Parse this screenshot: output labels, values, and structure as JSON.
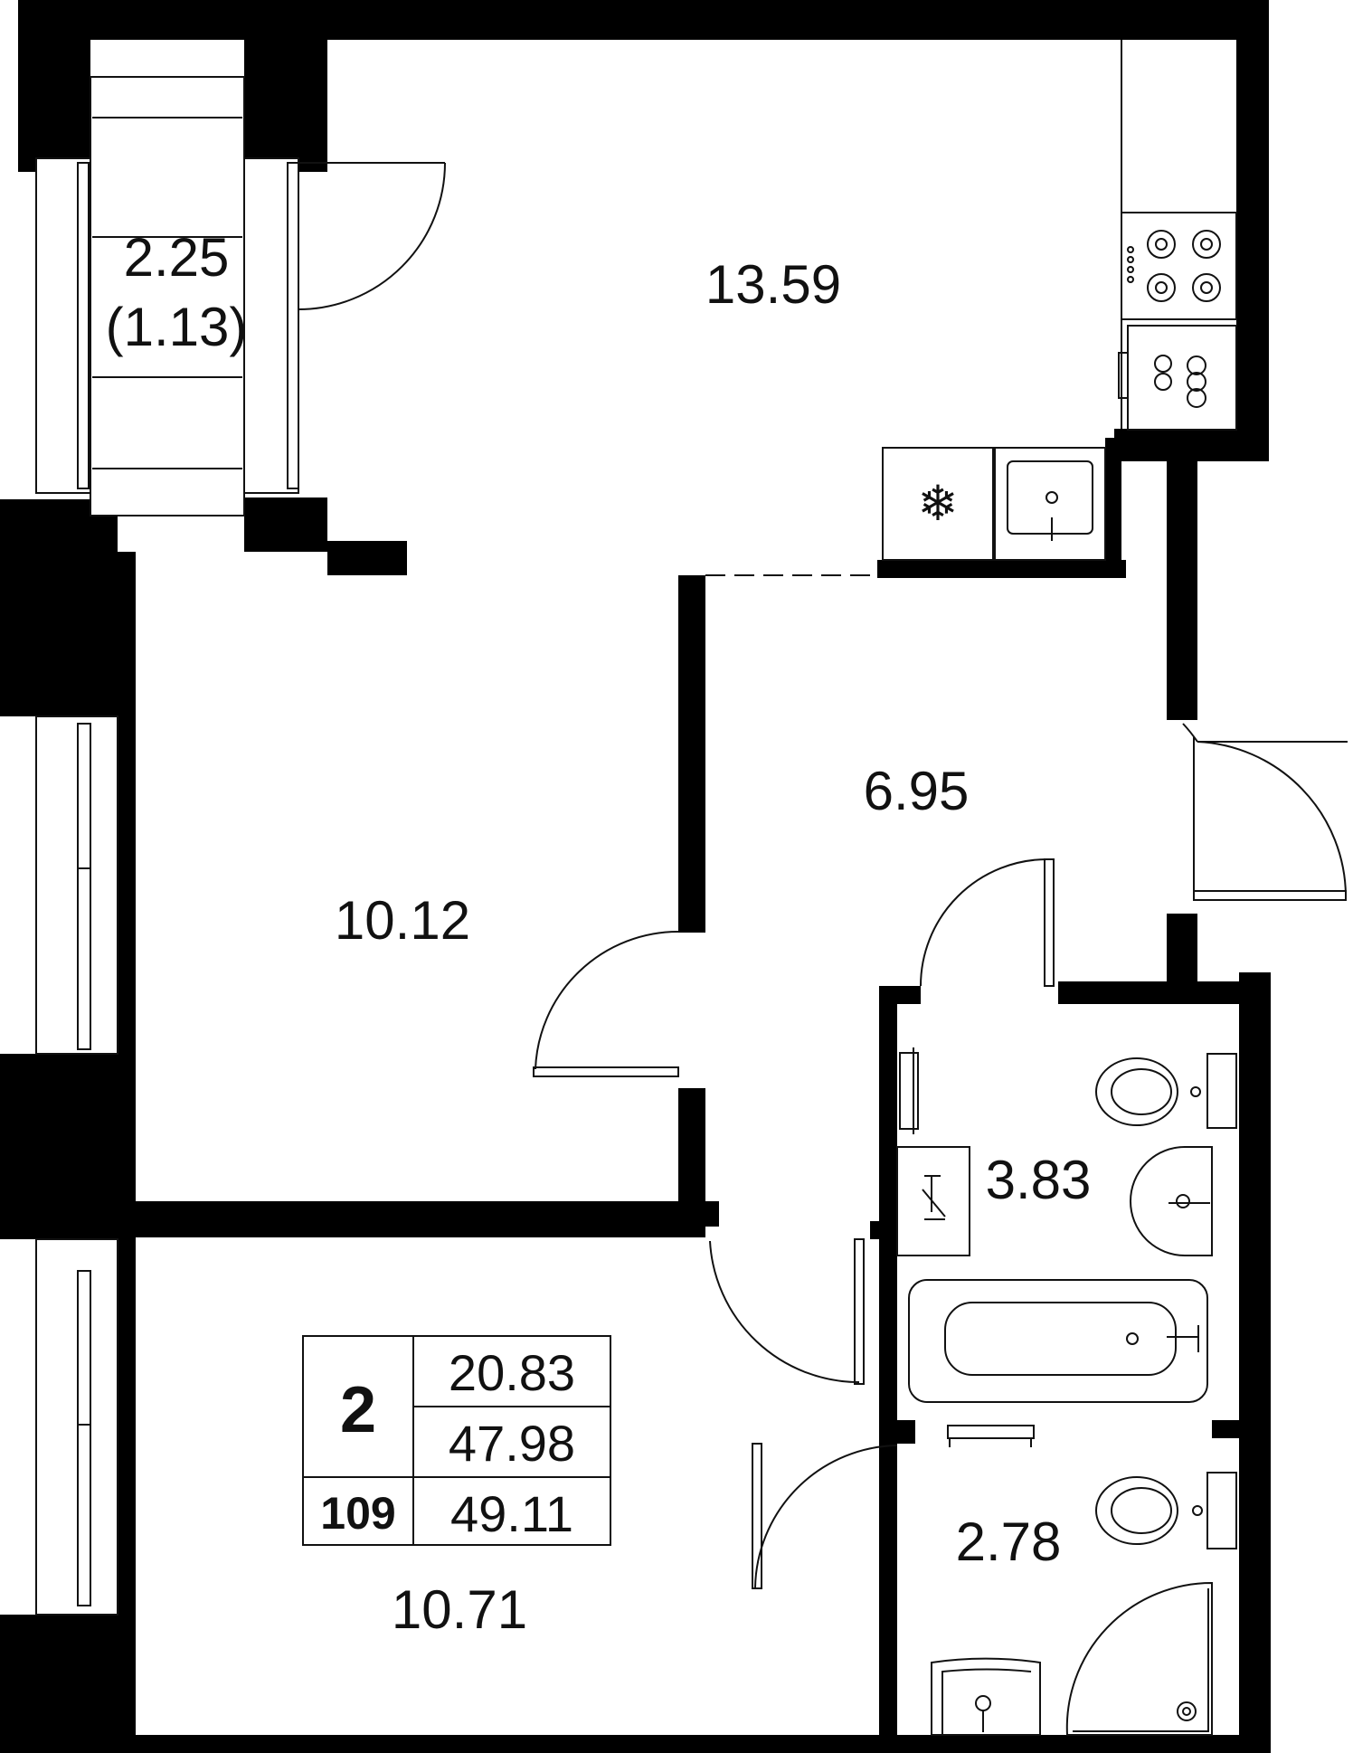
{
  "rooms": {
    "balcony_area": "2.25",
    "balcony_reduced": "(1.13)",
    "kitchen": "13.59",
    "hall": "6.95",
    "bedroom": "10.12",
    "bathroom": "3.83",
    "wc": "2.78",
    "living": "10.71"
  },
  "info": {
    "rooms_count": "2",
    "living_area": "20.83",
    "total_area": "47.98",
    "apartment_number": "109",
    "total_with_balcony": "49.11"
  },
  "colors": {
    "wall": "#000000",
    "line": "#111111",
    "background": "#ffffff"
  }
}
